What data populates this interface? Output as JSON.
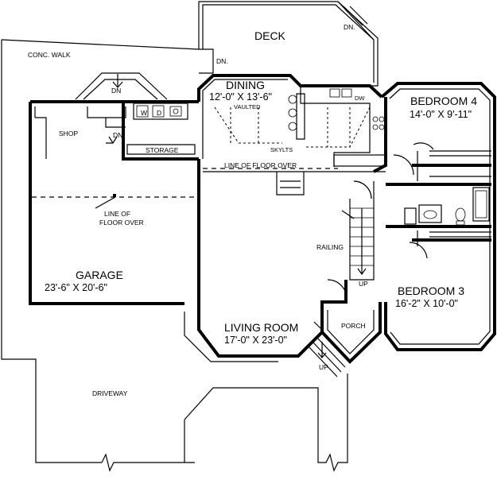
{
  "labels": {
    "deck": "DECK",
    "dn_deck": "DN.",
    "dn_deck_side": "DN.",
    "conc_walk": "CONC. WALK",
    "dn_front": "DN",
    "dn_shop": "DN",
    "shop": "SHOP",
    "storage": "STORAGE",
    "dining": "DINING",
    "dining_dim": "12'-0\" X 13'-6\"",
    "vaulted": "VAULTED",
    "skylts": "SKYLTS",
    "dw": "DW",
    "w": "W",
    "d": "D",
    "line_floor_over_top": "LINE OF FLOOR OVER",
    "line_of": "LINE OF",
    "floor_over": "FLOOR OVER",
    "garage": "GARAGE",
    "garage_dim": "23'-6\" X 20'-6\"",
    "bedroom4": "BEDROOM 4",
    "bedroom4_dim": "14'-0\" X 9'-11\"",
    "bedroom3": "BEDROOM 3",
    "bedroom3_dim": "16'-2\" X 10'-0\"",
    "railing": "RAILING",
    "up_stairs": "UP",
    "up_porch": "UP",
    "porch": "PORCH",
    "living": "LIVING ROOM",
    "living_dim": "17'-0\" X 23'-0\"",
    "driveway": "DRIVEWAY"
  }
}
